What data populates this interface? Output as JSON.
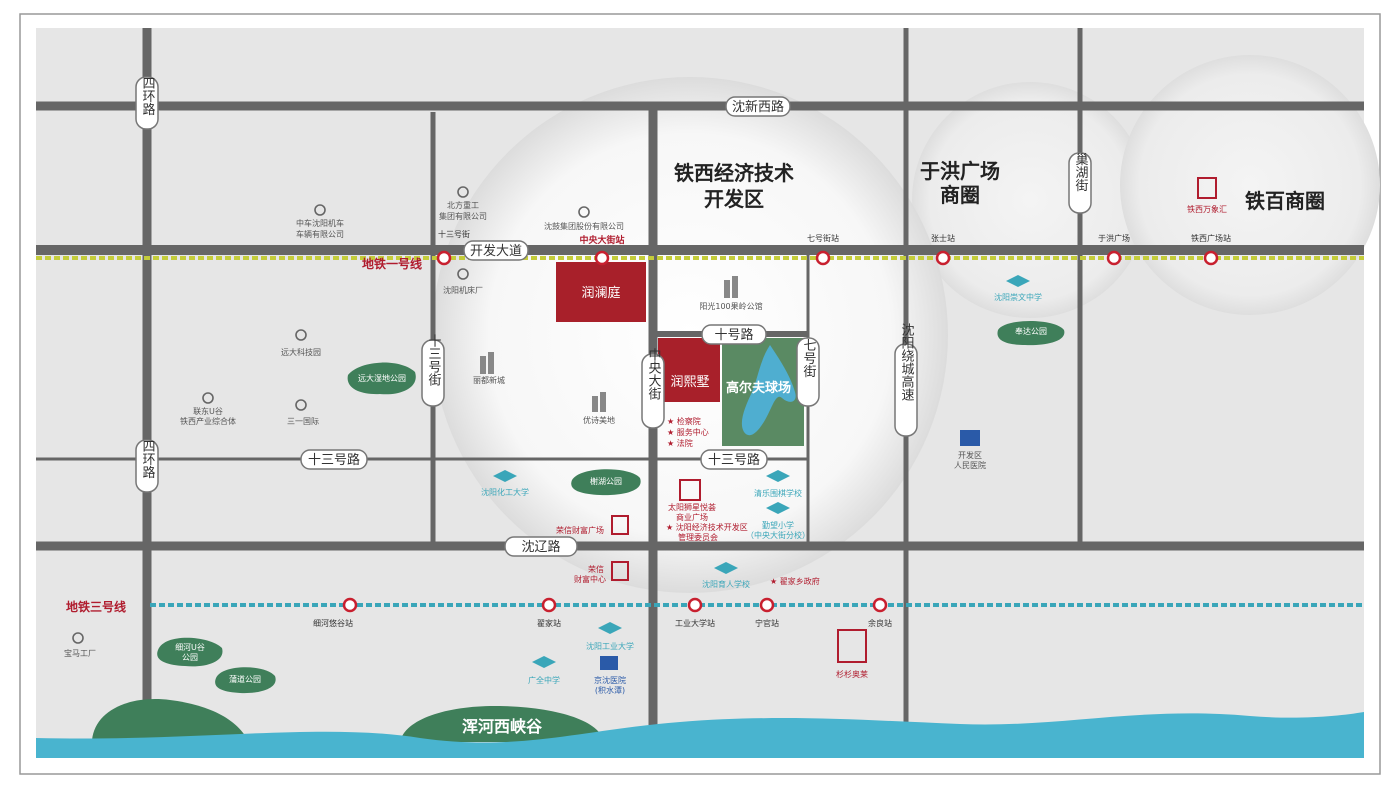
{
  "roads": {
    "shenxin": "沈新西路",
    "kaifa": "开发大道",
    "shisanhao_jie_top": "十三号街",
    "shihao": "十号路",
    "qihao_jie": "七号街",
    "zhongyang": "中央大街",
    "shisanhao_jie": "十三号街",
    "shisanhao_lu_left": "十三号路",
    "shisanhao_lu_right": "十三号路",
    "shenliao": "沈辽路",
    "sihuan_top": "四环路",
    "sihuan_bottom": "四环路",
    "raocheng": "沈阳绕城高速",
    "chaohu": "巢湖街"
  },
  "metro": {
    "line1": "地铁一号线",
    "line3": "地铁三号线",
    "line1_stations": [
      "十三号街",
      "中央大街站",
      "七号街站",
      "张士站",
      "于洪广场",
      "铁西广场站"
    ],
    "line3_stations": [
      "细河悠谷站",
      "翟家站",
      "工业大学站",
      "宁官站",
      "余良站"
    ]
  },
  "districts": {
    "tiexi_line1": "铁西经济技术",
    "tiexi_line2": "开发区",
    "yuhong_line1": "于洪广场",
    "yuhong_line2": "商圈",
    "tiebai": "铁百商圈"
  },
  "projects": {
    "runlanting": "润澜庭",
    "runxishu": "润熙墅",
    "golf": "高尔夫球场"
  },
  "pois": {
    "beifang_1": "北方重工",
    "beifang_2": "集团有限公司",
    "zhongche_1": "中车沈阳机车",
    "zhongche_2": "车辆有限公司",
    "shengu": "沈鼓集团股份有限公司",
    "jichuang": "沈阳机床厂",
    "yangguang": "阳光100果岭公馆",
    "yuanda_keji": "远大科技园",
    "lidu": "丽都新城",
    "yuanda_park": "远大湿地公园",
    "liandong_1": "联东U谷",
    "liandong_2": "铁西产业综合体",
    "sanyi": "三一国际",
    "youshi": "优诗美地",
    "jianchayuan": "★ 检察院",
    "fuwu": "★ 服务中心",
    "fayuan": "★ 法院",
    "huagong": "沈阳化工大学",
    "xiehu": "榭湖公园",
    "rongxin_plaza": "荣信财富广场",
    "taiyang_1": "太阳狮星悦荟",
    "taiyang_2": "商业广场",
    "guanwei_1": "★ 沈阳经济技术开发区",
    "guanwei_2": "管理委员会",
    "qinghua": "清乐围棋学校",
    "qinxin_1": "勤望小学",
    "qinxin_2": "（中央大街分校）",
    "rongxin_center_1": "荣信",
    "rongxin_center_2": "财富中心",
    "yuren": "沈阳育人学校",
    "zhaijia_gov": "★ 翟家乡政府",
    "chongwen": "沈阳崇文中学",
    "fengda": "奉达公园",
    "hospital_1": "开发区",
    "hospital_2": "人民医院",
    "wanxiang": "铁西万象汇",
    "baoma": "宝马工厂",
    "xihe_1": "细河U谷",
    "xihe_2": "公园",
    "pudao": "蒲道公园",
    "gongye_daxue": "沈阳工业大学",
    "guangquan": "广全中学",
    "jingshen_1": "京沈医院",
    "jingshen_2": "(积水潭)",
    "shanshan": "杉杉奥莱",
    "hunhe": "浑河西峡谷"
  },
  "colors": {
    "road": "#666666",
    "metro1": "#c4cc3a",
    "metro3": "#3aa6b9",
    "station": "#c8202f",
    "project": "#a8202a",
    "park": "#3f7f5a",
    "water": "#49b4cf",
    "background": "#e6e6e6"
  }
}
